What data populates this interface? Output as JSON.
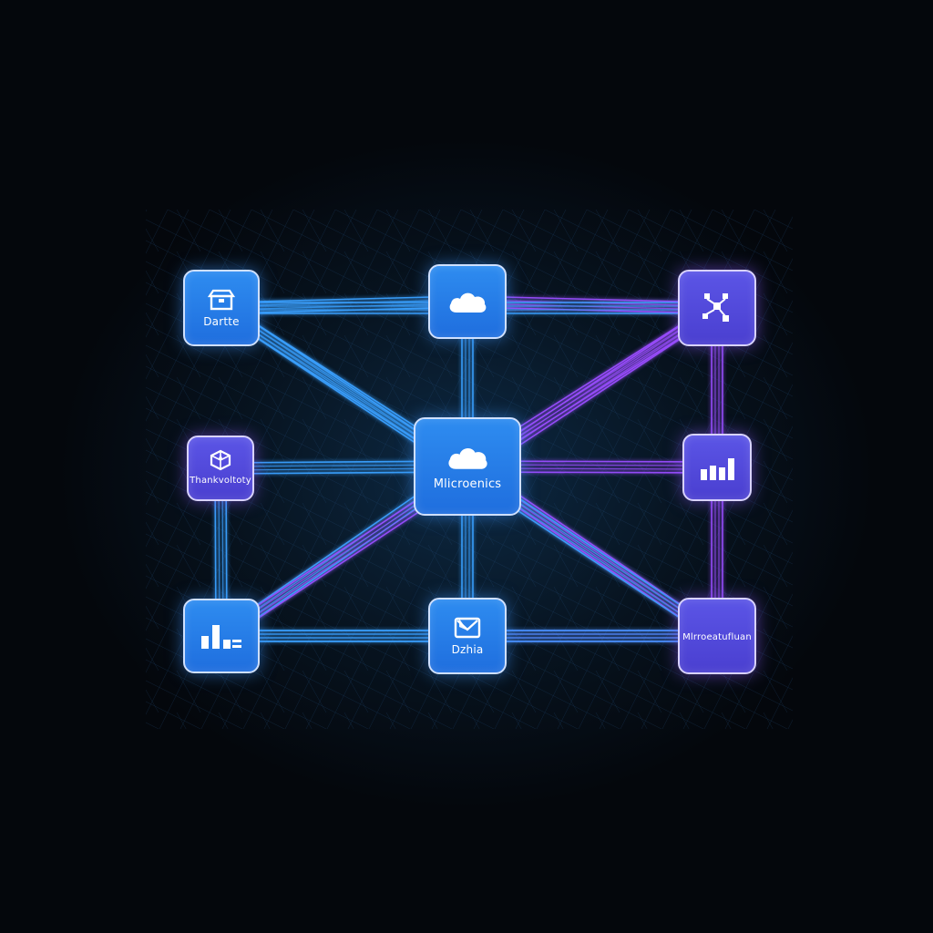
{
  "diagram": {
    "nodes": {
      "top_left": {
        "label": "Dartte",
        "icon": "box-icon"
      },
      "top_center": {
        "label": "",
        "icon": "cloud-icon"
      },
      "top_right": {
        "label": "",
        "icon": "workflow-icon"
      },
      "mid_left": {
        "label": "Thankvoltoty",
        "icon": "cube-icon"
      },
      "hub": {
        "label": "Mlicroenics",
        "icon": "cloud-icon"
      },
      "mid_right": {
        "label": "",
        "icon": "bar-chart-icon"
      },
      "bottom_left": {
        "label": "",
        "icon": "bar-chart-icon"
      },
      "bottom_center": {
        "label": "Dzhia",
        "icon": "mail-icon"
      },
      "bottom_right": {
        "label": "Mlrroeatufluan",
        "icon": ""
      }
    },
    "colors": {
      "background": "#04070c",
      "node_blue": "#2578e8",
      "node_violet": "#5249dc",
      "link_blue": "#3aa0ff",
      "link_violet": "#9a4dff"
    }
  }
}
